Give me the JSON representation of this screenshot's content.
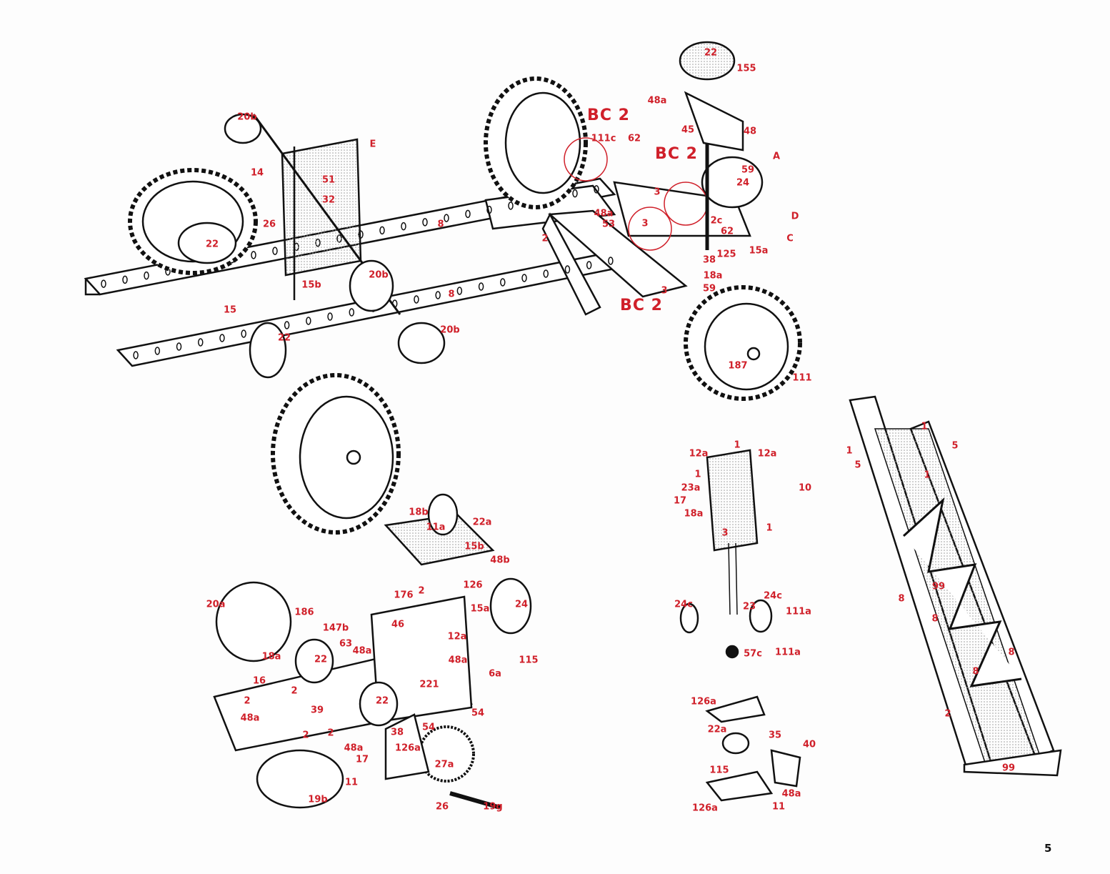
{
  "page_number": "5",
  "colors": {
    "label": "#d0202a",
    "line": "#111111",
    "stipple": "#bbbbbb"
  },
  "labels": [
    "BC 2",
    "BC 2",
    "BC 2",
    "22",
    "155",
    "48a",
    "45",
    "48",
    "A",
    "59",
    "24",
    "D",
    "C",
    "15a",
    "62",
    "111c",
    "3",
    "48a",
    "53",
    "3",
    "2c",
    "62",
    "125",
    "38",
    "18a",
    "59",
    "3",
    "2",
    "8",
    "8",
    "20b",
    "E",
    "14",
    "51",
    "32",
    "26",
    "22",
    "20b",
    "15b",
    "15",
    "22",
    "20b",
    "187",
    "111",
    "18b",
    "11a",
    "22a",
    "15b",
    "48b",
    "176",
    "126",
    "2",
    "20a",
    "186",
    "15a",
    "24",
    "46",
    "147b",
    "12a",
    "63",
    "48a",
    "18a",
    "22",
    "48a",
    "6a",
    "16",
    "2",
    "2",
    "221",
    "22",
    "39",
    "54",
    "48a",
    "54",
    "2",
    "2",
    "48a",
    "38",
    "126a",
    "17",
    "27a",
    "11",
    "19b",
    "26",
    "19g",
    "115",
    "1",
    "12a",
    "12a",
    "1",
    "23a",
    "10",
    "17",
    "18a",
    "3",
    "1",
    "24c",
    "24c",
    "23",
    "111a",
    "57c",
    "111a",
    "126a",
    "22a",
    "35",
    "40",
    "115",
    "48a",
    "11",
    "126a",
    "1",
    "5",
    "5",
    "1",
    "1",
    "99",
    "8",
    "8",
    "8",
    "8",
    "2",
    "99"
  ]
}
